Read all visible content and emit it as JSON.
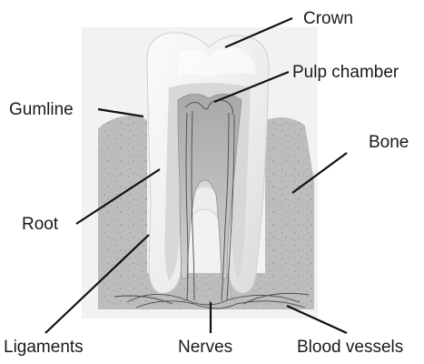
{
  "labels": {
    "crown": "Crown",
    "pulp_chamber": "Pulp chamber",
    "gumline": "Gumline",
    "bone": "Bone",
    "root": "Root",
    "ligaments": "Ligaments",
    "nerves": "Nerves",
    "blood_vessels": "Blood vessels"
  },
  "colors": {
    "bone": "#bdbdbd",
    "bone_speckle": "#9a9a9a",
    "enamel": "#f1f1f1",
    "dentin": "#d6d6d6",
    "pulp": "#bcbcbc",
    "vessels": "#4a4a4a",
    "leader_lines": "#111111"
  }
}
